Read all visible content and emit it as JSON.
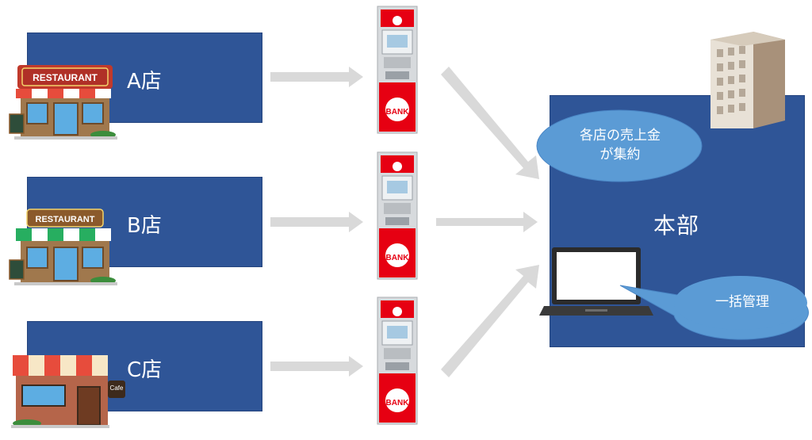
{
  "stores": [
    {
      "label": "A店",
      "sign": "RESTAURANT"
    },
    {
      "label": "B店",
      "sign": "RESTAURANT"
    },
    {
      "label": "C店",
      "sign": "Cafe"
    }
  ],
  "atm": {
    "brand_text": "BANK"
  },
  "hq": {
    "label": "本部",
    "bubble_top_line1": "各店の売上金",
    "bubble_top_line2": "が集約",
    "bubble_bottom": "一括管理"
  },
  "colors": {
    "panel_blue": "#2f5597",
    "bubble_blue": "#5b9bd5",
    "arrow_gray": "#d9d9d9",
    "atm_red": "#e60012"
  },
  "icons": [
    "restaurant-icon",
    "cafe-icon",
    "atm-icon",
    "office-building-icon",
    "laptop-icon"
  ]
}
